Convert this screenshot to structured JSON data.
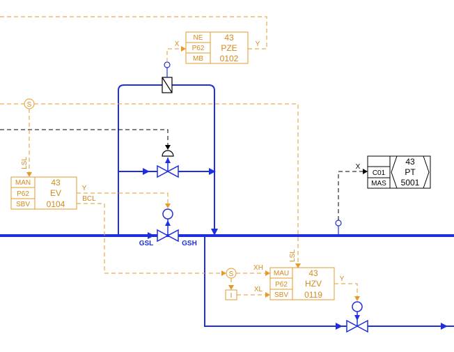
{
  "colors": {
    "process": "#1f2fe0",
    "signal": "#e69a2b",
    "control": "#000000",
    "block_text": "#d4891c"
  },
  "blocks": {
    "pze": {
      "rows": [
        "NE",
        "P62",
        "MB"
      ],
      "number": "43",
      "type": "PZE",
      "tag": "0102"
    },
    "ev": {
      "rows": [
        "MAN",
        "P62",
        "SBV"
      ],
      "number": "43",
      "type": "EV",
      "tag": "0104"
    },
    "hzv": {
      "rows": [
        "MAU",
        "P62",
        "SBV"
      ],
      "number": "43",
      "type": "HZV",
      "tag": "0119"
    },
    "pt": {
      "rows": [
        "",
        "C01",
        "MAS"
      ],
      "number": "43",
      "type": "PT",
      "tag": "5001"
    }
  },
  "labels": {
    "x_pze": "X",
    "y_pze": "Y",
    "x_pt": "X",
    "lsl_ev": "LSL",
    "y_ev": "Y",
    "bcl_ev": "BCL",
    "gsl": "GSL",
    "gsh": "GSH",
    "lsl_hzv": "LSL",
    "xh_hzv": "XH",
    "xl_hzv": "XL",
    "y_hzv": "Y",
    "s_top": "S",
    "s_bottom": "S",
    "i_box": "I"
  }
}
